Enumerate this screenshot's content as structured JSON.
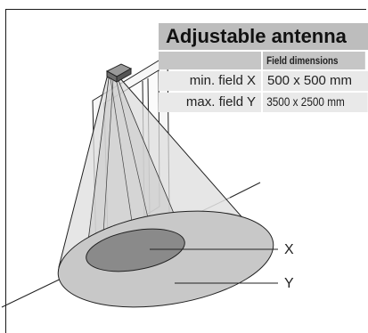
{
  "title": "Adjustable antenna",
  "table": {
    "header": [
      "",
      "Field dimensions"
    ],
    "rows": [
      {
        "label": "min. field X",
        "value": "500 x 500 mm"
      },
      {
        "label": "max. field Y",
        "value": "3500 x 2500 mm"
      }
    ]
  },
  "callouts": {
    "inner": "X",
    "outer": "Y"
  },
  "colors": {
    "title_bar": "#bdbdbd",
    "table_header": "#c6c6c6",
    "table_row": "#e9e9e9",
    "outer_field": "#c8c8c8",
    "inner_field": "#8a8a8a",
    "antenna": "#6e6e6e"
  }
}
